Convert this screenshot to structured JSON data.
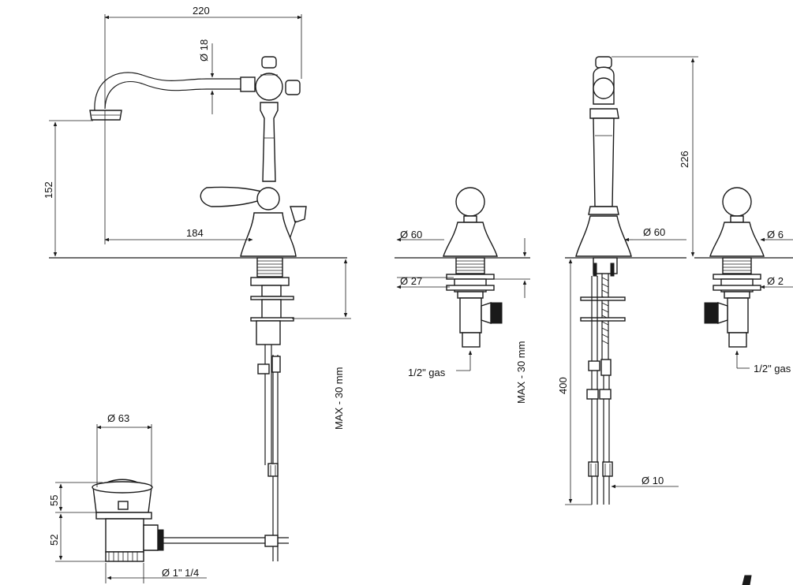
{
  "dims": {
    "width_220": "220",
    "dia_18": "Ø 18",
    "height_152": "152",
    "reach_184": "184",
    "max_30_left": "MAX - 30 mm",
    "dia_63": "Ø 63",
    "h_55": "55",
    "h_52": "52",
    "dia_1_1_4": "Ø 1\" 1/4",
    "dia_60_a": "Ø  60",
    "dia_27_a": "Ø  27",
    "gas_a": "1/2\" gas",
    "max_30_mid": "MAX - 30 mm",
    "height_226": "226",
    "dia_60_b": "Ø  60",
    "length_400": "400",
    "dia_10": "Ø 10",
    "dia_60_c": "Ø  6",
    "dia_27_c": "Ø  2",
    "gas_c": "1/2\" gas"
  }
}
